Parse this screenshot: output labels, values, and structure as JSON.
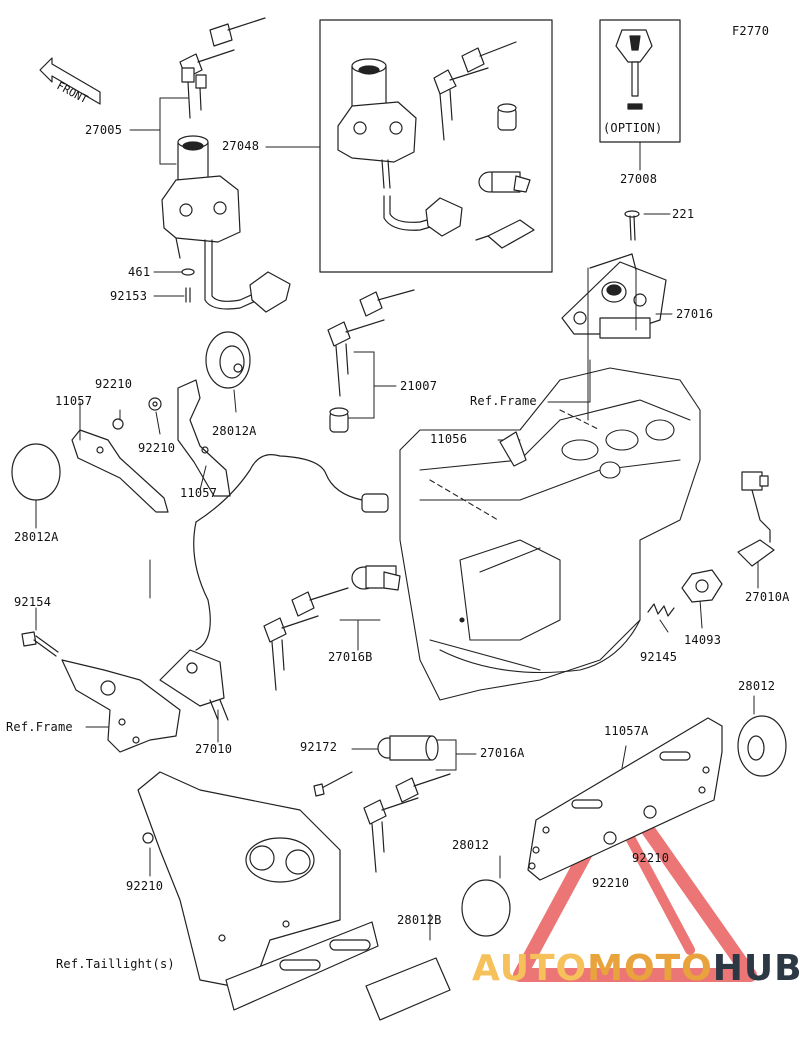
{
  "figure_id": "F2770",
  "front_label": "FRONT",
  "option_label": "(OPTION)",
  "watermark": {
    "auto": "AUTO",
    "moto": "MOTO",
    "hub": "HUB",
    "colors": {
      "auto": "#f6c05a",
      "moto": "#e8a33d",
      "hub": "#2d3845",
      "triangle": "#e53b3b"
    }
  },
  "parts": {
    "p27005": "27005",
    "p27048": "27048",
    "p27008": "27008",
    "p221": "221",
    "p461": "461",
    "p92153": "92153",
    "p27016": "27016",
    "p21007": "21007",
    "p92210_a": "92210",
    "p11057_a": "11057",
    "p92210_b": "92210",
    "p28012A_a": "28012A",
    "p11057_b": "11057",
    "p28012A_b": "28012A",
    "p11056": "11056",
    "p27010A": "27010A",
    "p92154": "92154",
    "p27016B": "27016B",
    "p14093": "14093",
    "p92145": "92145",
    "p27010": "27010",
    "p92172": "92172",
    "p27016A": "27016A",
    "p28012_a": "28012",
    "p11057A": "11057A",
    "p28012_b": "28012",
    "p92210_c": "92210",
    "p92210_d": "92210",
    "p92210_e": "92210",
    "p28012B": "28012B"
  },
  "refs": {
    "frame_top": "Ref.Frame",
    "frame_left": "Ref.Frame",
    "taillight": "Ref.Taillight(s)"
  }
}
